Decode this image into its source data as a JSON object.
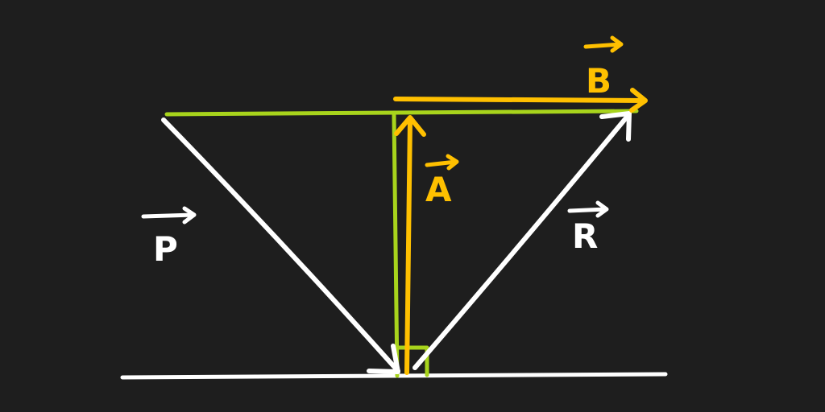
{
  "colors": {
    "background": "#1e1e1e",
    "white": "#ffffff",
    "yellow": "#ffc000",
    "green": "#a8d41c"
  },
  "labels": {
    "p": "P",
    "r": "R",
    "a": "A",
    "b": "B"
  }
}
